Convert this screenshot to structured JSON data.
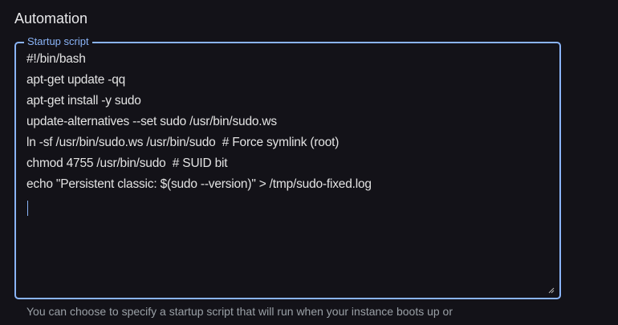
{
  "section": {
    "title": "Automation"
  },
  "startup_script": {
    "label": "Startup script",
    "value": "#!/bin/bash\napt-get update -qq\napt-get install -y sudo\nupdate-alternatives --set sudo /usr/bin/sudo.ws\nln -sf /usr/bin/sudo.ws /usr/bin/sudo  # Force symlink (root)\nchmod 4755 /usr/bin/sudo  # SUID bit\necho \"Persistent classic: $(sudo --version)\" > /tmp/sudo-fixed.log\n",
    "focus_color": "#8ab4f8"
  },
  "helper_text": "You can choose to specify a startup script that will run when your instance boots up or"
}
